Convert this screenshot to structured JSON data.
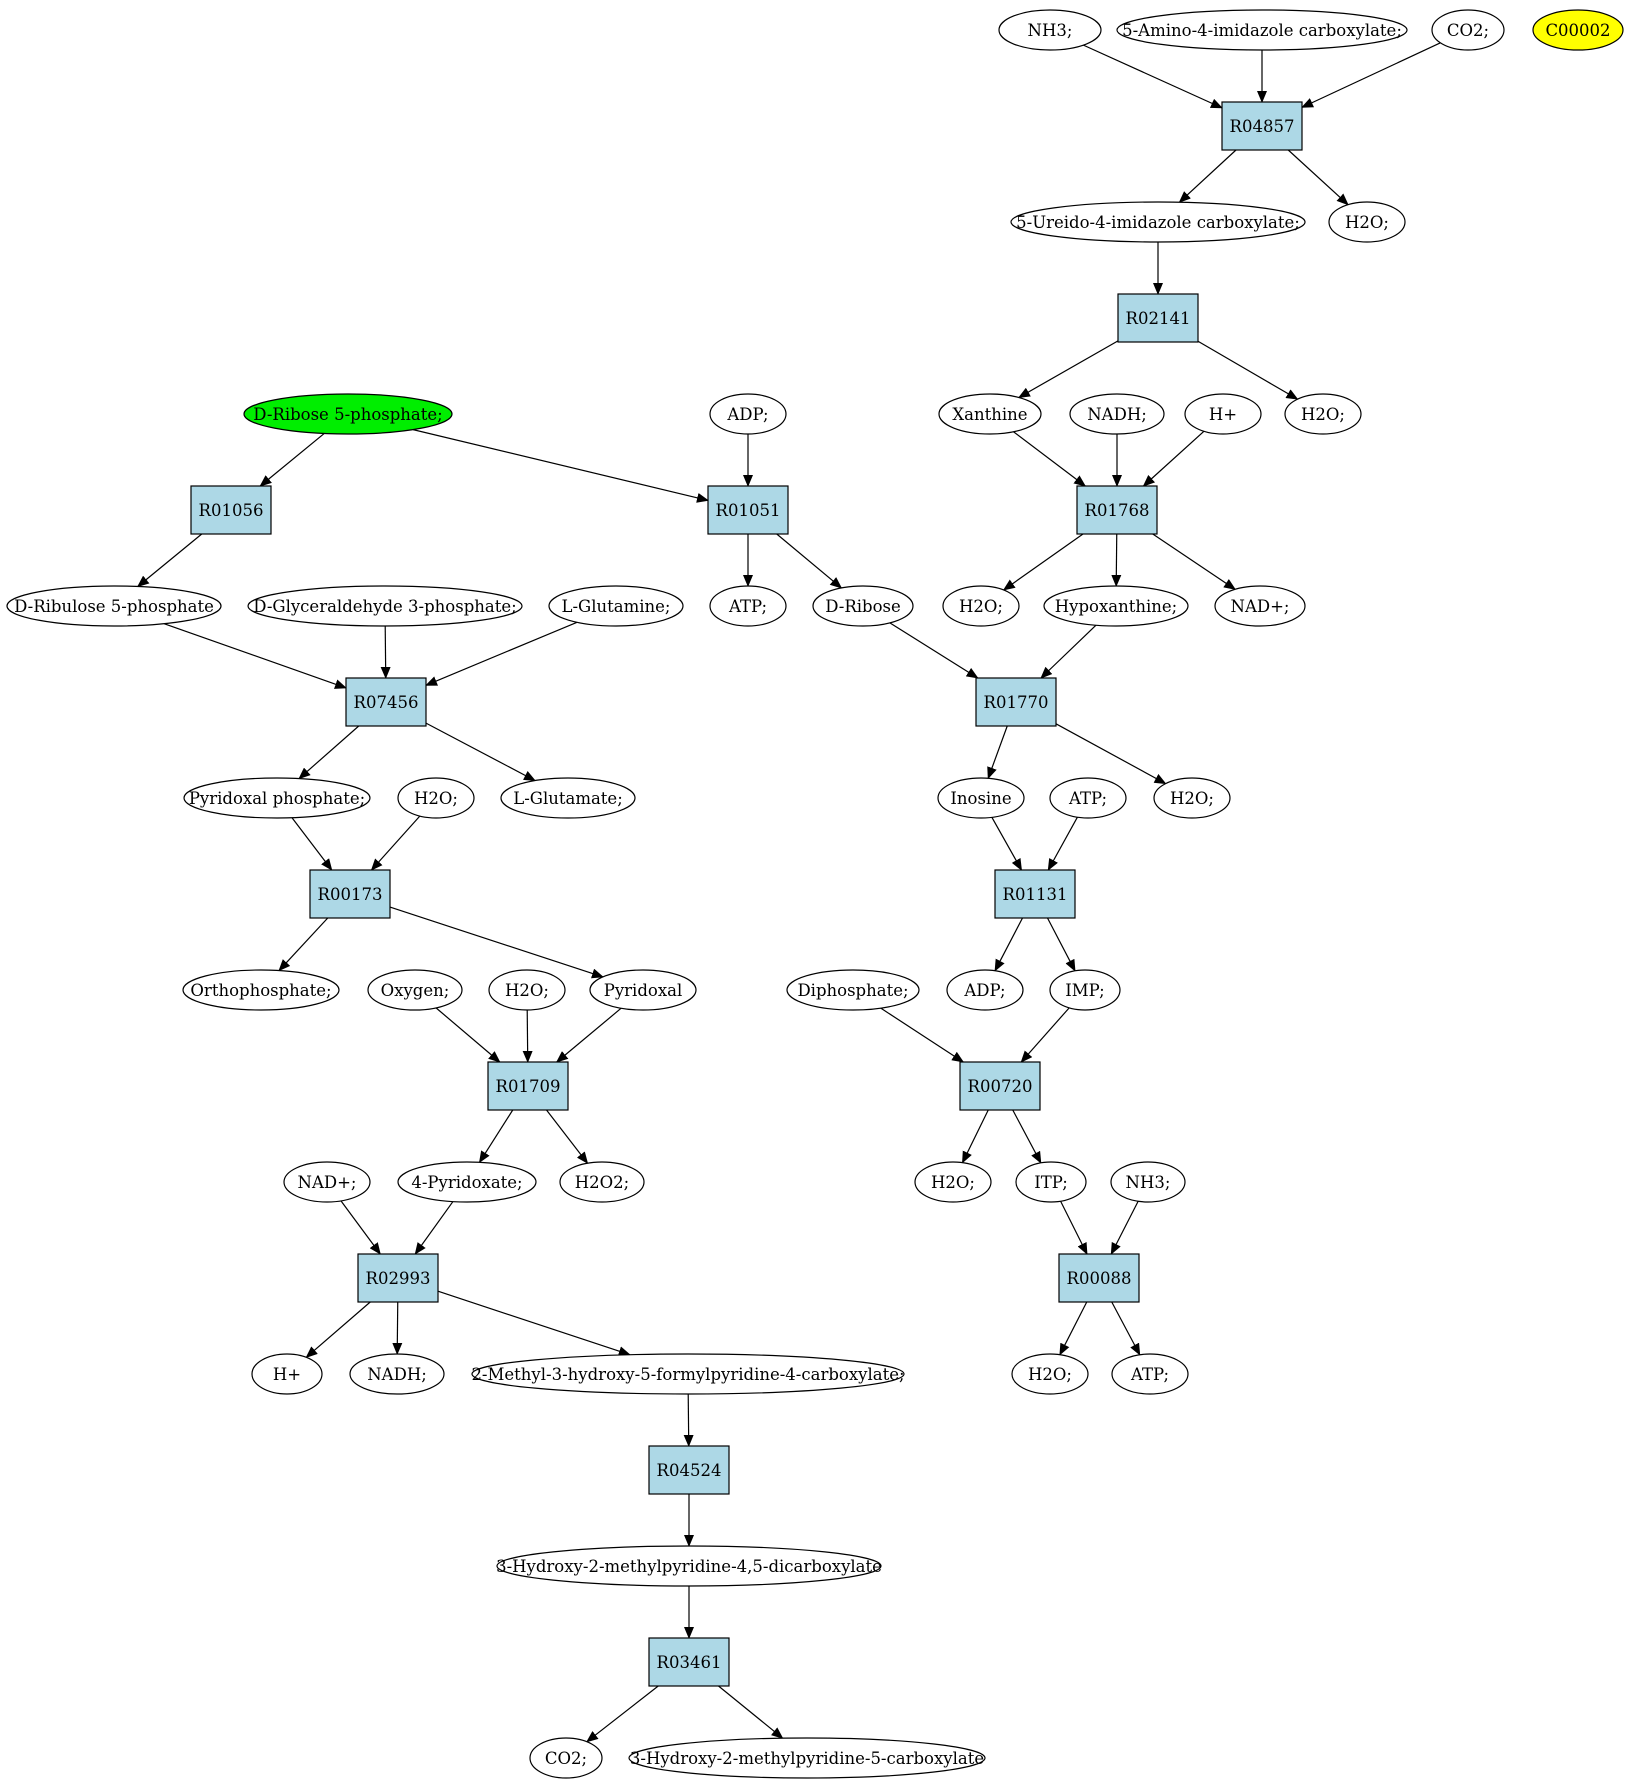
{
  "colors": {
    "reaction": "#add8e6",
    "compound": "#ffffff",
    "start_compound": "#00ee00",
    "target_compound": "#ffff00",
    "stroke": "#000000"
  },
  "compounds": [
    {
      "id": "c_nh3_a",
      "label": "NH3;"
    },
    {
      "id": "c_aica",
      "label": "5-Amino-4-imidazole carboxylate;"
    },
    {
      "id": "c_co2_a",
      "label": "CO2;"
    },
    {
      "id": "c_c00002",
      "label": "C00002",
      "highlight": "target"
    },
    {
      "id": "c_uica",
      "label": "5-Ureido-4-imidazole carboxylate;"
    },
    {
      "id": "c_h2o_a",
      "label": "H2O;"
    },
    {
      "id": "c_r5p",
      "label": "D-Ribose 5-phosphate;",
      "highlight": "start"
    },
    {
      "id": "c_adp_a",
      "label": "ADP;"
    },
    {
      "id": "c_xanthine",
      "label": "Xanthine"
    },
    {
      "id": "c_nadh_a",
      "label": "NADH;"
    },
    {
      "id": "c_hplus_a",
      "label": "H+"
    },
    {
      "id": "c_h2o_b",
      "label": "H2O;"
    },
    {
      "id": "c_ru5p",
      "label": "D-Ribulose 5-phosphate"
    },
    {
      "id": "c_gap",
      "label": "D-Glyceraldehyde 3-phosphate;"
    },
    {
      "id": "c_gln",
      "label": "L-Glutamine;"
    },
    {
      "id": "c_atp_a",
      "label": "ATP;"
    },
    {
      "id": "c_ribose",
      "label": "D-Ribose"
    },
    {
      "id": "c_h2o_c",
      "label": "H2O;"
    },
    {
      "id": "c_hypox",
      "label": "Hypoxanthine;"
    },
    {
      "id": "c_nadp_a",
      "label": "NAD+;"
    },
    {
      "id": "c_plp",
      "label": "Pyridoxal phosphate;"
    },
    {
      "id": "c_h2o_d",
      "label": "H2O;"
    },
    {
      "id": "c_glu",
      "label": "L-Glutamate;"
    },
    {
      "id": "c_inosine",
      "label": "Inosine"
    },
    {
      "id": "c_atp_b",
      "label": "ATP;"
    },
    {
      "id": "c_h2o_e",
      "label": "H2O;"
    },
    {
      "id": "c_pi",
      "label": "Orthophosphate;"
    },
    {
      "id": "c_o2",
      "label": "Oxygen;"
    },
    {
      "id": "c_h2o_f",
      "label": "H2O;"
    },
    {
      "id": "c_pyridoxal",
      "label": "Pyridoxal"
    },
    {
      "id": "c_ppi",
      "label": "Diphosphate;"
    },
    {
      "id": "c_adp_b",
      "label": "ADP;"
    },
    {
      "id": "c_imp",
      "label": "IMP;"
    },
    {
      "id": "c_nadp_b",
      "label": "NAD+;"
    },
    {
      "id": "c_pyridoxate",
      "label": "4-Pyridoxate;"
    },
    {
      "id": "c_h2o2",
      "label": "H2O2;"
    },
    {
      "id": "c_h2o_g",
      "label": "H2O;"
    },
    {
      "id": "c_itp",
      "label": "ITP;"
    },
    {
      "id": "c_nh3_b",
      "label": "NH3;"
    },
    {
      "id": "c_hplus_b",
      "label": "H+"
    },
    {
      "id": "c_nadh_b",
      "label": "NADH;"
    },
    {
      "id": "c_mhfpc",
      "label": "2-Methyl-3-hydroxy-5-formylpyridine-4-carboxylate;"
    },
    {
      "id": "c_h2o_h",
      "label": "H2O;"
    },
    {
      "id": "c_atp_c",
      "label": "ATP;"
    },
    {
      "id": "c_hmpdc",
      "label": "3-Hydroxy-2-methylpyridine-4,5-dicarboxylate"
    },
    {
      "id": "c_co2_b",
      "label": "CO2;"
    },
    {
      "id": "c_hmpc",
      "label": "3-Hydroxy-2-methylpyridine-5-carboxylate"
    }
  ],
  "reactions": [
    {
      "id": "r_R04857",
      "label": "R04857"
    },
    {
      "id": "r_R02141",
      "label": "R02141"
    },
    {
      "id": "r_R01056",
      "label": "R01056"
    },
    {
      "id": "r_R01051",
      "label": "R01051"
    },
    {
      "id": "r_R01768",
      "label": "R01768"
    },
    {
      "id": "r_R07456",
      "label": "R07456"
    },
    {
      "id": "r_R01770",
      "label": "R01770"
    },
    {
      "id": "r_R00173",
      "label": "R00173"
    },
    {
      "id": "r_R01131",
      "label": "R01131"
    },
    {
      "id": "r_R01709",
      "label": "R01709"
    },
    {
      "id": "r_R00720",
      "label": "R00720"
    },
    {
      "id": "r_R02993",
      "label": "R02993"
    },
    {
      "id": "r_R00088",
      "label": "R00088"
    },
    {
      "id": "r_R04524",
      "label": "R04524"
    },
    {
      "id": "r_R03461",
      "label": "R03461"
    }
  ],
  "edges": [
    [
      "c_nh3_a",
      "r_R04857"
    ],
    [
      "c_aica",
      "r_R04857"
    ],
    [
      "c_co2_a",
      "r_R04857"
    ],
    [
      "r_R04857",
      "c_uica"
    ],
    [
      "r_R04857",
      "c_h2o_a"
    ],
    [
      "c_uica",
      "r_R02141"
    ],
    [
      "r_R02141",
      "c_xanthine"
    ],
    [
      "r_R02141",
      "c_h2o_b"
    ],
    [
      "c_xanthine",
      "r_R01768"
    ],
    [
      "c_nadh_a",
      "r_R01768"
    ],
    [
      "c_hplus_a",
      "r_R01768"
    ],
    [
      "r_R01768",
      "c_h2o_c"
    ],
    [
      "r_R01768",
      "c_hypox"
    ],
    [
      "r_R01768",
      "c_nadp_a"
    ],
    [
      "c_r5p",
      "r_R01056"
    ],
    [
      "c_r5p",
      "r_R01051"
    ],
    [
      "c_adp_a",
      "r_R01051"
    ],
    [
      "r_R01051",
      "c_atp_a"
    ],
    [
      "r_R01051",
      "c_ribose"
    ],
    [
      "r_R01056",
      "c_ru5p"
    ],
    [
      "c_ru5p",
      "r_R07456"
    ],
    [
      "c_gap",
      "r_R07456"
    ],
    [
      "c_gln",
      "r_R07456"
    ],
    [
      "r_R07456",
      "c_plp"
    ],
    [
      "r_R07456",
      "c_glu"
    ],
    [
      "c_ribose",
      "r_R01770"
    ],
    [
      "c_hypox",
      "r_R01770"
    ],
    [
      "r_R01770",
      "c_inosine"
    ],
    [
      "r_R01770",
      "c_h2o_e"
    ],
    [
      "c_plp",
      "r_R00173"
    ],
    [
      "c_h2o_d",
      "r_R00173"
    ],
    [
      "r_R00173",
      "c_pi"
    ],
    [
      "r_R00173",
      "c_pyridoxal"
    ],
    [
      "c_inosine",
      "r_R01131"
    ],
    [
      "c_atp_b",
      "r_R01131"
    ],
    [
      "r_R01131",
      "c_adp_b"
    ],
    [
      "r_R01131",
      "c_imp"
    ],
    [
      "c_o2",
      "r_R01709"
    ],
    [
      "c_h2o_f",
      "r_R01709"
    ],
    [
      "c_pyridoxal",
      "r_R01709"
    ],
    [
      "r_R01709",
      "c_pyridoxate"
    ],
    [
      "r_R01709",
      "c_h2o2"
    ],
    [
      "c_ppi",
      "r_R00720"
    ],
    [
      "c_imp",
      "r_R00720"
    ],
    [
      "r_R00720",
      "c_h2o_g"
    ],
    [
      "r_R00720",
      "c_itp"
    ],
    [
      "c_nadp_b",
      "r_R02993"
    ],
    [
      "c_pyridoxate",
      "r_R02993"
    ],
    [
      "r_R02993",
      "c_hplus_b"
    ],
    [
      "r_R02993",
      "c_nadh_b"
    ],
    [
      "r_R02993",
      "c_mhfpc"
    ],
    [
      "c_itp",
      "r_R00088"
    ],
    [
      "c_nh3_b",
      "r_R00088"
    ],
    [
      "r_R00088",
      "c_h2o_h"
    ],
    [
      "r_R00088",
      "c_atp_c"
    ],
    [
      "c_mhfpc",
      "r_R04524"
    ],
    [
      "r_R04524",
      "c_hmpdc"
    ],
    [
      "c_hmpdc",
      "r_R03461"
    ],
    [
      "r_R03461",
      "c_co2_b"
    ],
    [
      "r_R03461",
      "c_hmpc"
    ]
  ]
}
